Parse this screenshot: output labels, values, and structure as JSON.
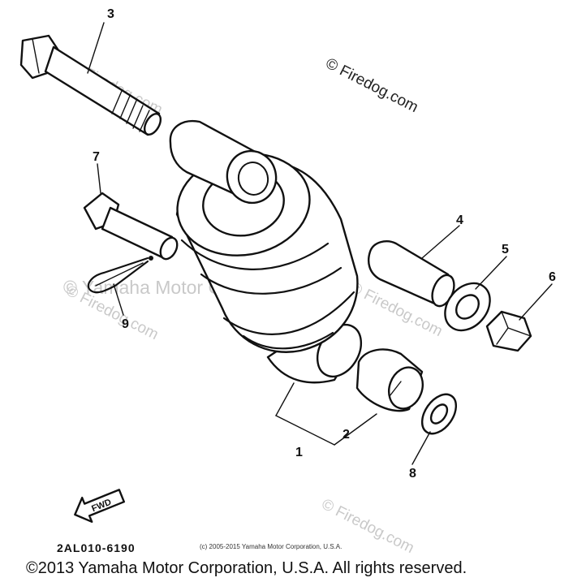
{
  "watermarks": {
    "firedog_main": "© Firedog.com",
    "yamaha_center": "© Yamaha Motor Corp. U.S.A.",
    "firedog_faint": "© Firedog.com"
  },
  "callouts": {
    "c1": "1",
    "c2": "2",
    "c3": "3",
    "c4": "4",
    "c5": "5",
    "c6": "6",
    "c7": "7",
    "c8": "8",
    "c9": "9"
  },
  "fwd_label": "FWD",
  "part_code": "2AL010-6190",
  "small_copyright": "(c) 2005-2015 Yamaha Motor Corporation, U.S.A.",
  "footer_copyright": "©2013 Yamaha Motor Corporation, U.S.A. All rights reserved."
}
